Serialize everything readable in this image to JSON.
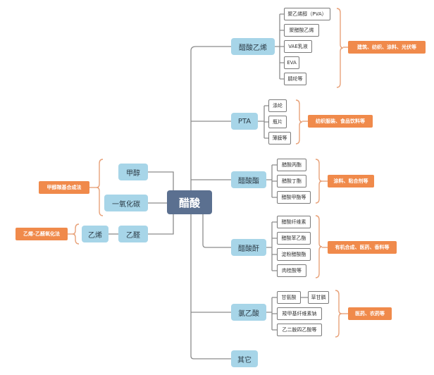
{
  "colors": {
    "root": "#5b7090",
    "main": "#a7d5e8",
    "note": "#f08a4b",
    "line": "#8c8c8c",
    "brace": "#e8a27a"
  },
  "root": {
    "label": "醋酸"
  },
  "branches": {
    "vinyl_acetate": {
      "label": "醋酸乙烯",
      "items": [
        "聚乙烯醇（PVA）",
        "聚醋酸乙烯",
        "VAE乳液",
        "EVA",
        "腈纶等"
      ],
      "note": "建筑、纺织、涂料、光伏等"
    },
    "pta": {
      "label": "PTA",
      "items": [
        "涤纶",
        "瓶片",
        "薄膜等"
      ],
      "note": "纺织服装、食品饮料等"
    },
    "acetate_ester": {
      "label": "醋酸酯",
      "items": [
        "醋酸丙酯",
        "醋酸丁酯",
        "醋酸甲酯等"
      ],
      "note": "涂料、粘合剂等"
    },
    "acetic_anhydride": {
      "label": "醋酸酐",
      "items": [
        "醋酸纤维素",
        "醋酸苯乙酯",
        "淀粉醋酸酯",
        "肉桂酸等"
      ],
      "note": "有机合成、医药、香料等"
    },
    "chloroacetic": {
      "label": "氯乙酸",
      "items": [
        "甘氨酸",
        "羧甲基纤维素钠",
        "乙二胺四乙酸等"
      ],
      "extra": "草甘膦",
      "note": "医药、农药等"
    },
    "other": {
      "label": "其它"
    }
  },
  "sources": {
    "methanol": {
      "label": "甲醇"
    },
    "co": {
      "label": "一氧化碳"
    },
    "acetaldehyde": {
      "label": "乙醛"
    },
    "ethylene": {
      "label": "乙烯"
    },
    "methanol_note": "甲醇羰基合成法",
    "ethylene_note": "乙烯-乙醛氧化法"
  }
}
